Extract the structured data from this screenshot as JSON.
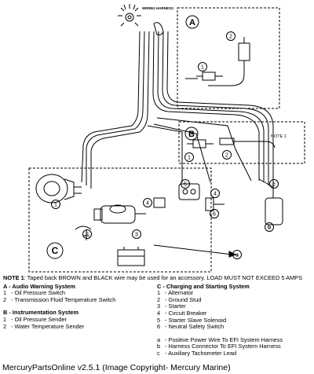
{
  "diagram": {
    "harness_label": "WIRING HARNESS",
    "section_labels": [
      "A",
      "B",
      "C"
    ],
    "note_callout": "NOTE 1",
    "callouts": {
      "a1": "1",
      "a2": "2",
      "b1": "1",
      "b2": "2",
      "c1": "1",
      "c2": "2",
      "c3": "3",
      "c4": "4",
      "c5": "5",
      "c6": "6",
      "ca": "a",
      "cb": "b",
      "cc": "c"
    }
  },
  "legend": {
    "note_prefix": "NOTE 1",
    "note_text": ": Taped back BROWN and BLACK wire may be used for an accessory. LOAD MUST NOT EXCEED 5 AMPS",
    "left_sections": [
      {
        "title": "A  -  Audio Warning System",
        "items": [
          {
            "num": "1",
            "label": "- Oil Pressure Switch"
          },
          {
            "num": "2",
            "label": "- Transmission Fluid Temperature Switch"
          }
        ]
      },
      {
        "title": "B  -  Instrumentation System",
        "items": [
          {
            "num": "1",
            "label": "- Oil Pressure Sender"
          },
          {
            "num": "2",
            "label": "- Water Temperature Sender"
          }
        ]
      }
    ],
    "right_sections": [
      {
        "title": "C  -  Charging and Starting System",
        "items": [
          {
            "num": "1",
            "label": "- Alternator"
          },
          {
            "num": "2",
            "label": "- Ground Stud"
          },
          {
            "num": "3",
            "label": "- Starter"
          },
          {
            "num": "4",
            "label": "- Circuit Breaker"
          },
          {
            "num": "5",
            "label": "- Starter Slave Solenoid"
          },
          {
            "num": "6",
            "label": "- Neutral Safety Switch"
          }
        ]
      },
      {
        "title": "",
        "items": [
          {
            "num": "a",
            "label": "- Positive Power Wire To EFI System Harness"
          },
          {
            "num": "b",
            "label": "- Harness Connector To EFI System Harness"
          },
          {
            "num": "c",
            "label": "- Auxiliary Tachometer Lead"
          }
        ]
      }
    ]
  },
  "footer": "MercuryPartsOnline v2.5.1 (Image Copyright- Mercury Marine)"
}
